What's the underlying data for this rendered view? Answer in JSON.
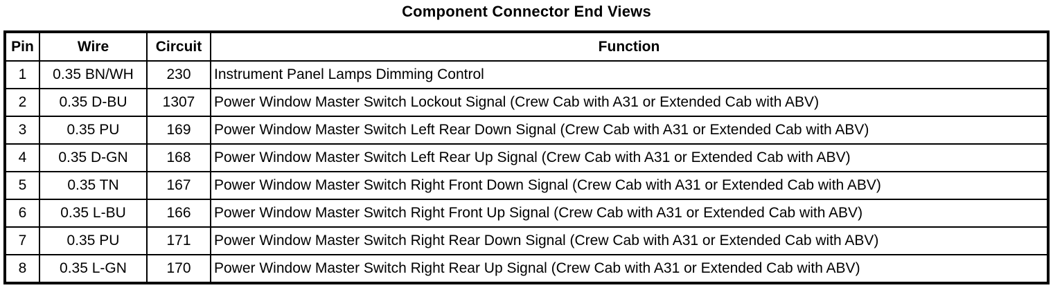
{
  "title": "Component Connector End Views",
  "colors": {
    "border": "#000000",
    "background": "#ffffff",
    "text": "#000000"
  },
  "table": {
    "headers": [
      "Pin",
      "Wire",
      "Circuit",
      "Function"
    ],
    "rows": [
      {
        "pin": "1",
        "wire": "0.35 BN/WH",
        "circuit": "230",
        "function": "Instrument Panel Lamps Dimming Control"
      },
      {
        "pin": "2",
        "wire": "0.35 D-BU",
        "circuit": "1307",
        "function": "Power Window Master Switch Lockout Signal (Crew Cab with A31 or Extended Cab with ABV)"
      },
      {
        "pin": "3",
        "wire": "0.35 PU",
        "circuit": "169",
        "function": "Power Window Master Switch Left Rear Down Signal (Crew Cab with A31 or Extended Cab with ABV)"
      },
      {
        "pin": "4",
        "wire": "0.35 D-GN",
        "circuit": "168",
        "function": "Power Window Master Switch Left Rear Up Signal (Crew Cab with A31 or Extended Cab with ABV)"
      },
      {
        "pin": "5",
        "wire": "0.35 TN",
        "circuit": "167",
        "function": "Power Window Master Switch Right Front Down Signal (Crew Cab with A31 or Extended Cab with ABV)"
      },
      {
        "pin": "6",
        "wire": "0.35 L-BU",
        "circuit": "166",
        "function": "Power Window Master Switch Right Front Up Signal (Crew Cab with A31 or Extended Cab with ABV)"
      },
      {
        "pin": "7",
        "wire": "0.35 PU",
        "circuit": "171",
        "function": "Power Window Master Switch Right Rear Down Signal (Crew Cab with A31 or Extended Cab with ABV)"
      },
      {
        "pin": "8",
        "wire": "0.35 L-GN",
        "circuit": "170",
        "function": "Power Window Master Switch Right Rear Up Signal (Crew Cab with A31 or Extended Cab with ABV)"
      }
    ]
  }
}
